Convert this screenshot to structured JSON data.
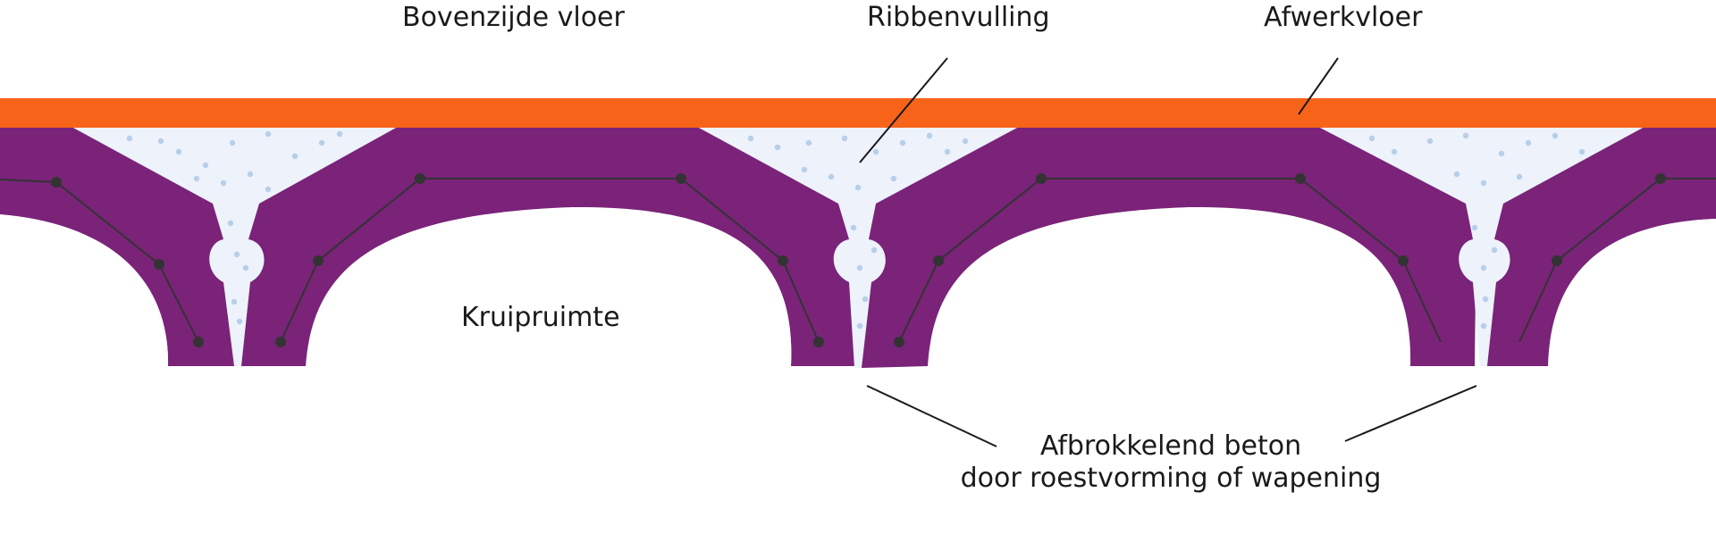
{
  "labels": {
    "top_of_floor": "Bovenzijde vloer",
    "rib_filling": "Ribbenvulling",
    "finish_floor": "Afwerkvloer",
    "crawl_space": "Kruipruimte",
    "crumbling_line1": "Afbrokkelend beton",
    "crumbling_line2": "door roestvorming of wapening"
  },
  "colors": {
    "concrete": "#7a2379",
    "finish_layer": "#f8631a",
    "filling": "#edf2fb",
    "filling_dots": "#b7cfe9",
    "rebar": "#333333",
    "leader_line": "#1a1a1a",
    "background": "#ffffff"
  }
}
